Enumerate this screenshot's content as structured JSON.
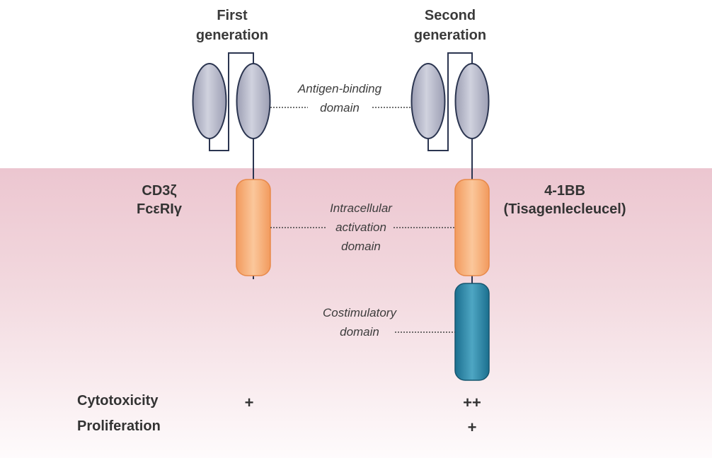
{
  "generations": {
    "first": {
      "title_line1": "First",
      "title_line2": "generation"
    },
    "second": {
      "title_line1": "Second",
      "title_line2": "generation"
    }
  },
  "domains": {
    "antigen_binding": {
      "line1": "Antigen-binding",
      "line2": "domain"
    },
    "intracellular": {
      "line1": "Intracellular",
      "line2": "activation",
      "line3": "domain"
    },
    "costimulatory": {
      "line1": "Costimulatory",
      "line2": "domain"
    }
  },
  "signaling": {
    "first_line1": "CD3ζ",
    "first_line2": "FcεRIγ",
    "second_line1": "4-1BB",
    "second_line2": "(Tisagenlecleucel)"
  },
  "outcomes": {
    "cytotoxicity_label": "Cytotoxicity",
    "proliferation_label": "Proliferation",
    "first_cytotoxicity": "+",
    "second_cytotoxicity": "++",
    "second_proliferation": "+"
  },
  "colors": {
    "antigen_domain": "#a5a7ba",
    "activation_domain": "#f4a56d",
    "costimulatory_domain": "#1f7a9b",
    "outline": "#2b3550",
    "membrane": "#ecc6d0"
  }
}
